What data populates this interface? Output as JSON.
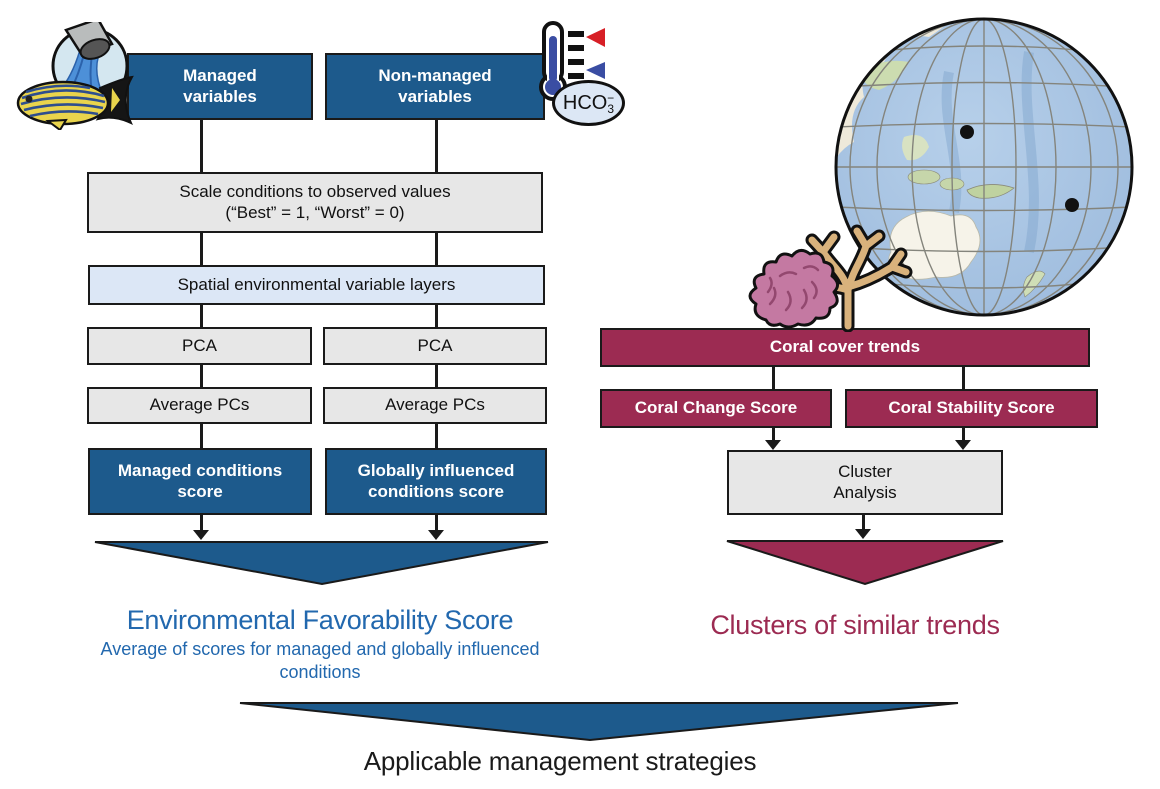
{
  "figure": {
    "left_pipeline": {
      "managed_box": "Managed\nvariables",
      "nonmanaged_box": "Non-managed\nvariables",
      "scale_box": "Scale conditions to observed values\n(“Best” = 1, “Worst” = 0)",
      "spatial_box": "Spatial environmental variable layers",
      "pca_left": "PCA",
      "pca_right": "PCA",
      "avg_pcs_left": "Average PCs",
      "avg_pcs_right": "Average PCs",
      "managed_score_box": "Managed conditions\nscore",
      "global_score_box": "Globally influenced\nconditions score",
      "result_title": "Environmental Favorability Score",
      "result_subtitle": "Average of scores for managed and globally influenced\nconditions"
    },
    "right_pipeline": {
      "coral_cover_box": "Coral cover trends",
      "coral_change_box": "Coral Change Score",
      "coral_stability_box": "Coral Stability Score",
      "cluster_box": "Cluster\nAnalysis",
      "result_title": "Clusters of similar trends"
    },
    "bottom_title": "Applicable management strategies",
    "hco3_label": {
      "base": "HCO",
      "sub": "3",
      "sup": "−"
    },
    "globe": {
      "site_dots": 2
    },
    "icons": {
      "managed_side": [
        "wastewater-outfall-icon",
        "fish-icon"
      ],
      "nonmanaged_side": [
        "thermometer-icon",
        "hco3-badge"
      ],
      "coral_side": [
        "globe-pacific-icon",
        "coral-icon"
      ]
    },
    "colors": {
      "dark_blue": "#1d5a8c",
      "maroon": "#9c2b52",
      "blue_text": "#2268ae",
      "maroon_text": "#9c2b52",
      "light_blue_box": "#dce7f6",
      "light_gray_box": "#e7e7e7",
      "line_black": "#1a1a1a"
    }
  }
}
